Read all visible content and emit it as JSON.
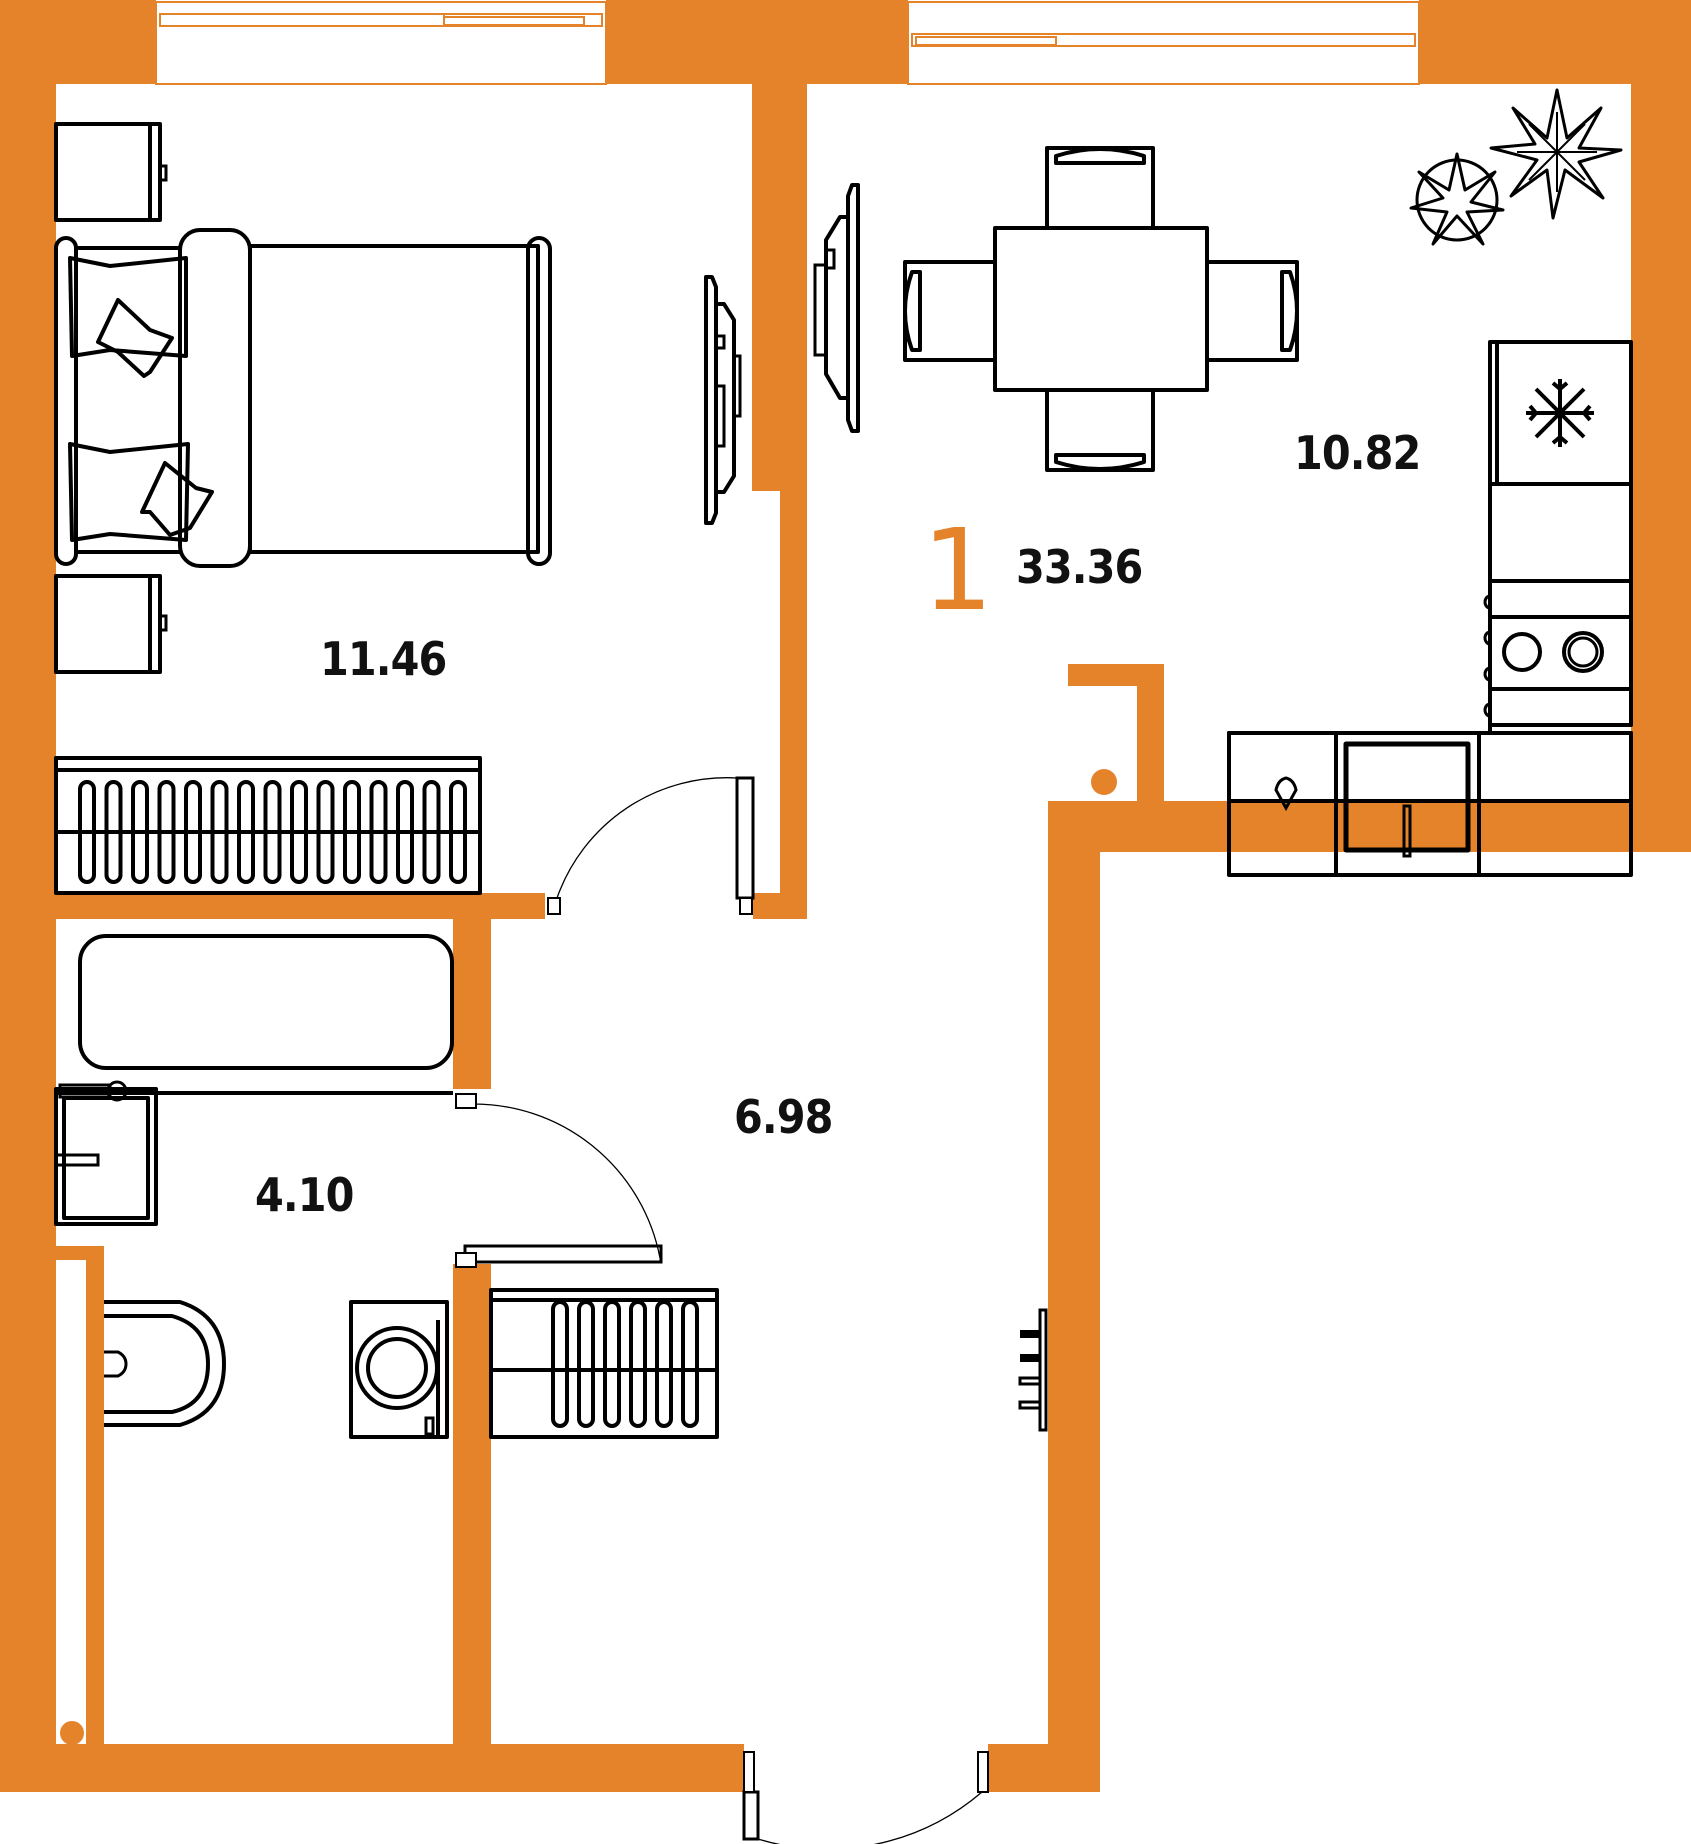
{
  "plan": {
    "wall_color": "#E5832A",
    "line_color": "#000000",
    "background": "#FFFFFF",
    "room_count": "1",
    "total_area": "33.36"
  },
  "rooms": [
    {
      "id": "bedroom",
      "label": "11.46"
    },
    {
      "id": "kitchen-living",
      "label": "10.82"
    },
    {
      "id": "hallway",
      "label": "6.98"
    },
    {
      "id": "bathroom",
      "label": "4.10"
    }
  ],
  "icons": {
    "fridge": "snowflake-icon",
    "stove": "stove-burners-icon",
    "sink": "sink-icon",
    "plants": "plant-icon",
    "bed": "double-bed-icon",
    "tv": "tv-icon",
    "radiator": "radiator-icon",
    "bathtub": "bathtub-icon",
    "toilet": "toilet-icon",
    "washer": "washing-machine-icon",
    "riser": "riser-dot-icon"
  }
}
